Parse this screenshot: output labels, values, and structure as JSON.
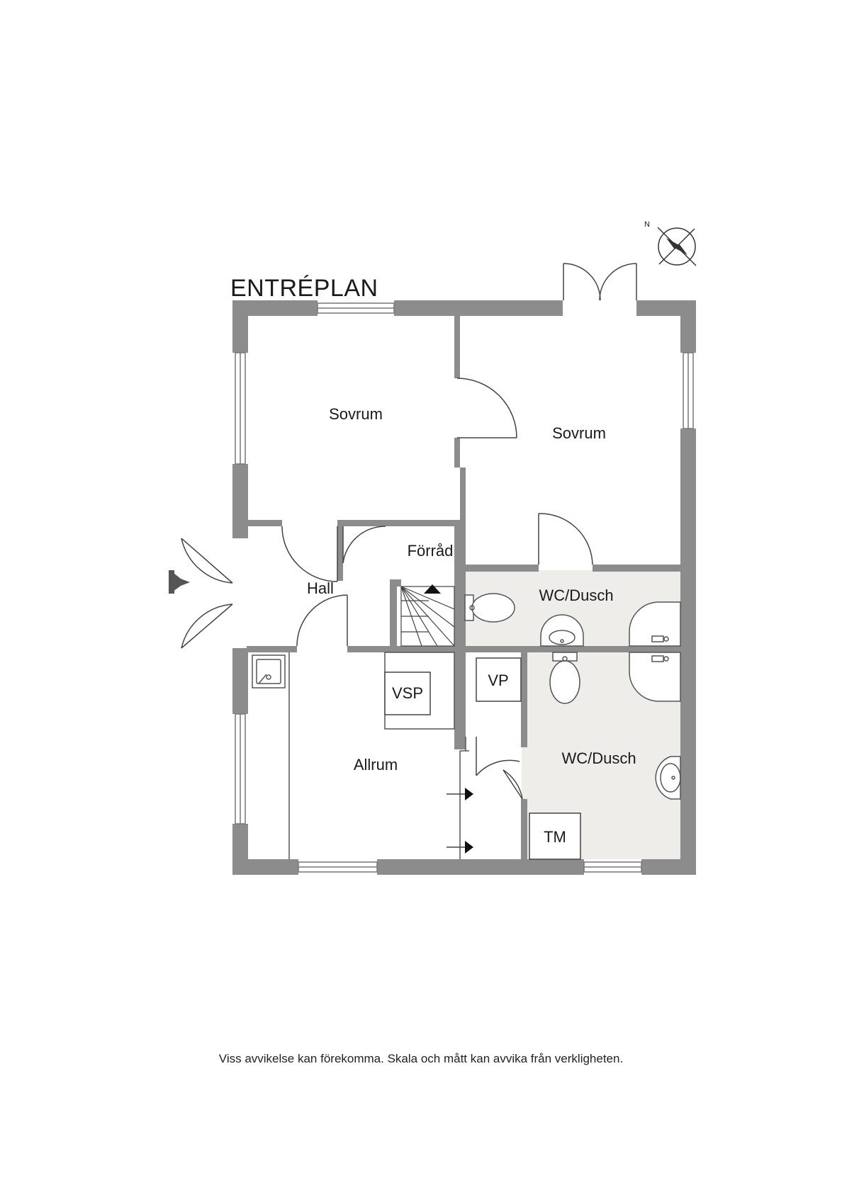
{
  "plan": {
    "title": "ENTRÉPLAN",
    "north_label": "N",
    "rooms": {
      "sovrum_1": "Sovrum",
      "sovrum_2": "Sovrum",
      "hall": "Hall",
      "forrad": "Förråd",
      "wc_dusch_1": "WC/Dusch",
      "wc_dusch_2": "WC/Dusch",
      "allrum": "Allrum"
    },
    "fixtures": {
      "vsp": "VSP",
      "vp": "VP",
      "tm": "TM"
    }
  },
  "colors": {
    "wall": "#8c8c8d",
    "bath_floor": "#efedea",
    "line": "#444444"
  },
  "footer": {
    "disclaimer": "Viss avvikelse kan förekomma. Skala och mått kan avvika från verkligheten."
  }
}
